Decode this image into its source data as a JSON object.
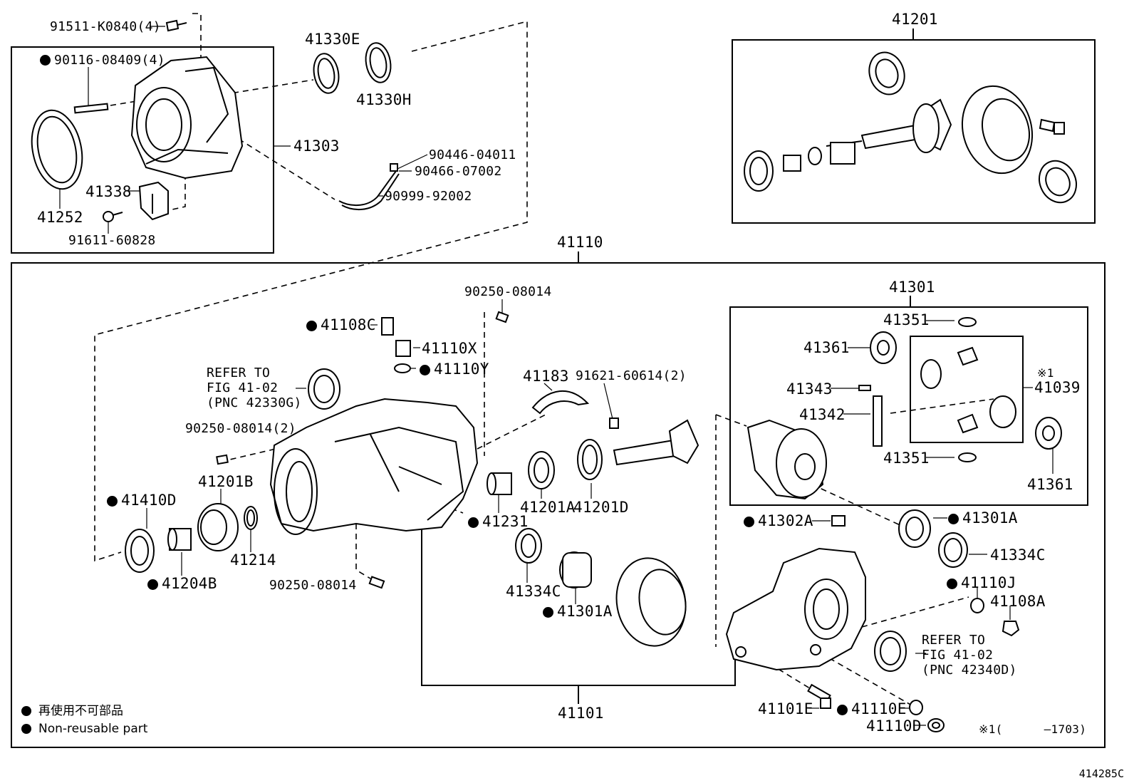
{
  "diagram_id": "414285C",
  "legend": {
    "chinese": "再使用不可部品",
    "english": "Non-reusable part"
  },
  "note": {
    "mark": "※1",
    "prefix": "※1(",
    "range": "–1703)"
  },
  "labels": {
    "p91511": "91511-K0840(4)",
    "p90116": "90116-08409(4)",
    "p41330E": "41330E",
    "p41330H": "41330H",
    "p41303": "41303",
    "p90446": "90446-04011",
    "p90466": "90466-07002",
    "p90999": "90999-92002",
    "p41338": "41338",
    "p41252": "41252",
    "p91611": "91611-60828",
    "p41201": "41201",
    "p41110": "41110",
    "p90250a": "90250-08014",
    "p41108C": "41108C",
    "p41110X": "41110X",
    "p41110Y": "41110Y",
    "refer1": [
      "REFER TO",
      "FIG 41-02",
      "(PNC 42330G)"
    ],
    "p90250b": "90250-08014(2)",
    "p41201B": "41201B",
    "p41410D": "41410D",
    "p41214": "41214",
    "p41204B": "41204B",
    "p90250c": "90250-08014",
    "p41183": "41183",
    "p91621": "91621-60614(2)",
    "p41231": "41231",
    "p41201A": "41201A",
    "p41201D": "41201D",
    "p41334C_left": "41334C",
    "p41301A_left": "41301A",
    "p41301": "41301",
    "p41351_top": "41351",
    "p41361_left": "41361",
    "p41343": "41343",
    "p41342": "41342",
    "p41351_bot": "41351",
    "p41039": "41039",
    "p41361_right": "41361",
    "p41302A": "41302A",
    "p41301A_right": "41301A",
    "p41334C_right": "41334C",
    "p41110J": "41110J",
    "p41108A": "41108A",
    "refer2": [
      "REFER TO",
      "FIG 41-02",
      "(PNC 42340D)"
    ],
    "p41101": "41101",
    "p41101E": "41101E",
    "p41110E": "41110E",
    "p41110D": "41110D"
  }
}
